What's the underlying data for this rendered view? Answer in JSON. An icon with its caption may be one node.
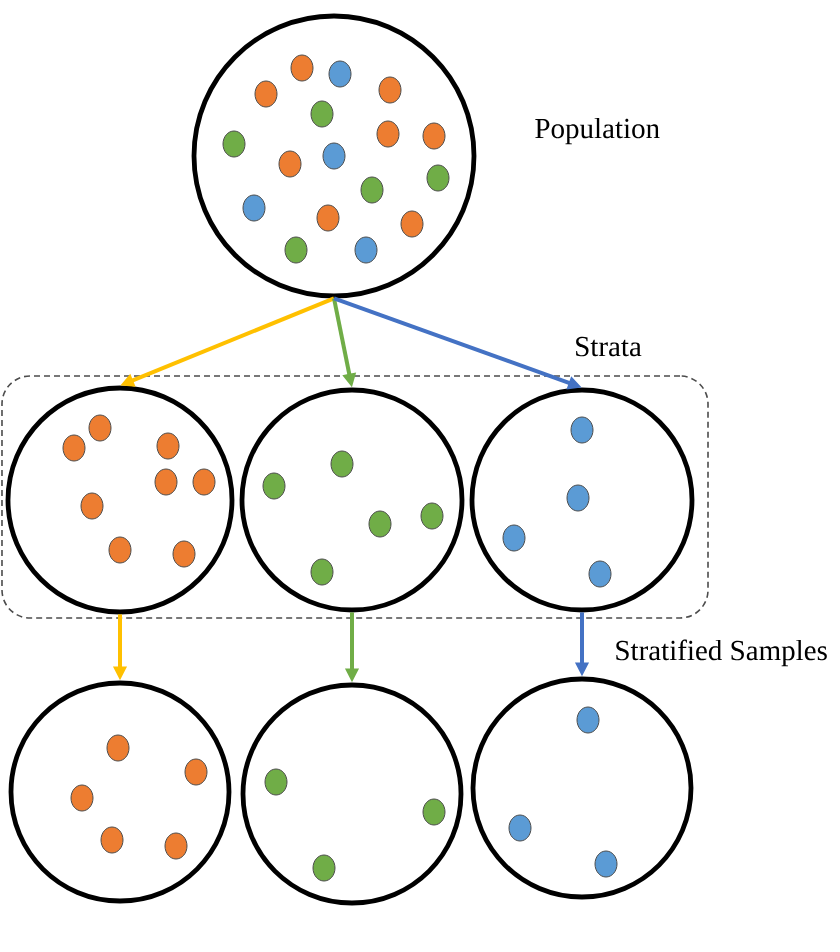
{
  "diagram": {
    "nodes": [
      {
        "text": [],
        "shape": "circle",
        "beside": [
          "Population"
        ]
      },
      {
        "text": [
          "Strata"
        ]
      },
      {
        "text": [],
        "shape": "circle",
        "in": 1
      },
      {
        "text": [],
        "shape": "circle",
        "in": 1
      },
      {
        "text": [],
        "shape": "circle",
        "in": 1
      },
      {
        "text": [],
        "shape": "circle"
      },
      {
        "text": [],
        "shape": "circle"
      },
      {
        "text": [],
        "shape": "circle"
      }
    ],
    "edges": [
      {
        "from": 0,
        "to": 2,
        "arrow": "to",
        "color": "#ffc000"
      },
      {
        "from": 0,
        "to": 3,
        "arrow": "to",
        "color": "#70ad47"
      },
      {
        "from": 0,
        "to": 4,
        "arrow": "to",
        "color": "#4472c4"
      },
      {
        "from": 2,
        "to": 5,
        "arrow": "to",
        "color": "#ffc000"
      },
      {
        "from": 3,
        "to": 6,
        "arrow": "to",
        "color": "#70ad47"
      },
      {
        "from": 4,
        "to": 7,
        "arrow": "to",
        "color": "#4472c4"
      }
    ],
    "labels": [
      "Stratified Samples"
    ]
  }
}
